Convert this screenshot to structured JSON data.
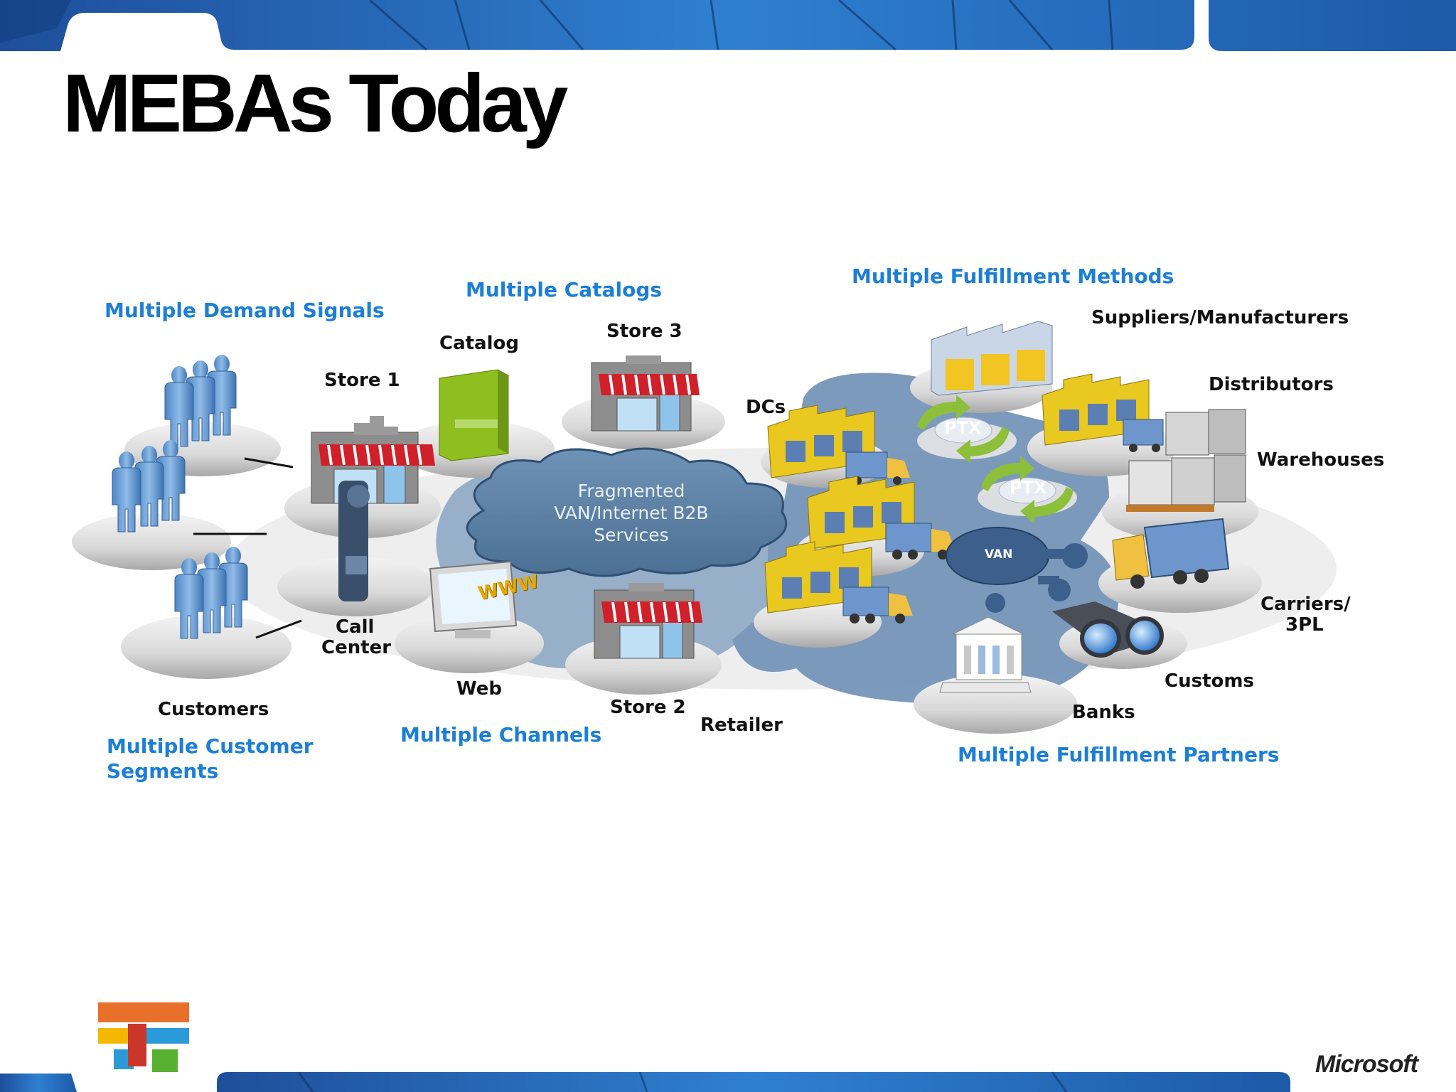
{
  "slide": {
    "title": "MEBAs Today",
    "brand": "Microsoft"
  },
  "headings": {
    "demand_signals": "Multiple Demand Signals",
    "catalogs": "Multiple Catalogs",
    "fulfillment_methods": "Multiple Fulfillment Methods",
    "customer_segments_1": "Multiple Customer",
    "customer_segments_2": "Segments",
    "channels": "Multiple Channels",
    "fulfillment_partners": "Multiple Fulfillment Partners"
  },
  "labels": {
    "store1": "Store 1",
    "catalog": "Catalog",
    "store3": "Store 3",
    "dcs": "DCs",
    "suppliers": "Suppliers/Manufacturers",
    "distributors": "Distributors",
    "warehouses": "Warehouses",
    "call_center_1": "Call",
    "call_center_2": "Center",
    "web": "Web",
    "store2": "Store 2",
    "retailer": "Retailer",
    "customers": "Customers",
    "carriers_1": "Carriers/",
    "carriers_2": "3PL",
    "customs": "Customs",
    "banks": "Banks",
    "www": "WWW",
    "ptx_1": "PTX",
    "ptx_2": "PTX",
    "van": "VAN"
  },
  "cloud": {
    "line1": "Fragmented",
    "line2": "VAN/Internet B2B",
    "line3": "Services"
  },
  "colors": {
    "heading_blue": "#1c7fd6",
    "puzzle_blue": "#6e8fb5",
    "people_blue": "#6aa0d8",
    "awning_red": "#d0202a",
    "catalog_green": "#8fbf1f",
    "factory_yellow": "#e9c820"
  }
}
